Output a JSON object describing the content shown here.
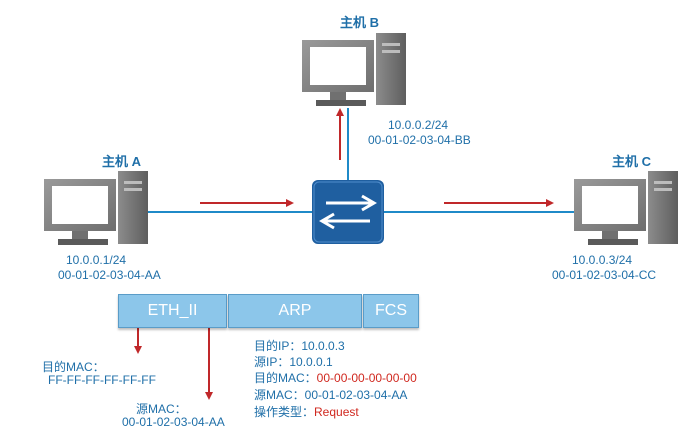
{
  "hosts": {
    "a": {
      "title": "主机 A",
      "ip": "10.0.0.1/24",
      "mac": "00-01-02-03-04-AA"
    },
    "b": {
      "title": "主机 B",
      "ip": "10.0.0.2/24",
      "mac": "00-01-02-03-04-BB"
    },
    "c": {
      "title": "主机 C",
      "ip": "10.0.0.3/24",
      "mac": "00-01-02-03-04-CC"
    }
  },
  "frame": {
    "fields": [
      "ETH_II",
      "ARP",
      "FCS"
    ]
  },
  "eth": {
    "dst_label": "目的MAC：",
    "dst_value": "FF-FF-FF-FF-FF-FF",
    "src_label": "源MAC：",
    "src_value": "00-01-02-03-04-AA"
  },
  "arp": {
    "dst_ip_label": "目的IP：",
    "dst_ip_value": "10.0.0.3",
    "src_ip_label": "源IP：",
    "src_ip_value": "10.0.0.1",
    "dst_mac_label": "目的MAC：",
    "dst_mac_value": "00-00-00-00-00-00",
    "src_mac_label": "源MAC：",
    "src_mac_value": "00-01-02-03-04-AA",
    "op_label": "操作类型：",
    "op_value": "Request"
  },
  "colors": {
    "link": "#1f8ac8",
    "arrow": "#c0282a",
    "switch": "#1f5fa0",
    "text": "#1f6fa8"
  }
}
